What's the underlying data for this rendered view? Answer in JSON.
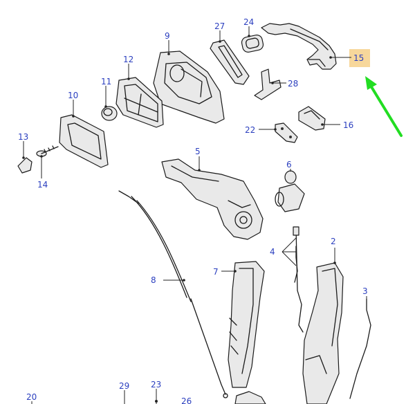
{
  "highlight": {
    "part": "15",
    "box_color": "#f7d79b",
    "arrow_color": "#22dd22",
    "label_color": "#2b3fbf"
  },
  "callouts": {
    "c2": "2",
    "c3": "3",
    "c4": "4",
    "c5": "5",
    "c6": "6",
    "c7": "7",
    "c8": "8",
    "c9": "9",
    "c10": "10",
    "c11": "11",
    "c12": "12",
    "c13": "13",
    "c14": "14",
    "c15": "15",
    "c16": "16",
    "c20": "20",
    "c22": "22",
    "c23": "23",
    "c24": "24",
    "c26": "26",
    "c27": "27",
    "c28": "28",
    "c29": "29"
  }
}
